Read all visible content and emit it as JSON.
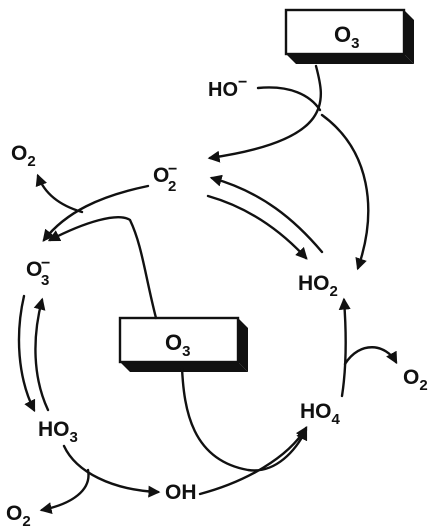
{
  "colors": {
    "ink": "#111111",
    "background": "#ffffff"
  },
  "species": {
    "ozone_top": {
      "main": "O",
      "sub": "3"
    },
    "ozone_center": {
      "main": "O",
      "sub": "3"
    },
    "hydroxide": {
      "main": "HO",
      "sup": "−"
    },
    "superoxide": {
      "main": "O",
      "sub": "2",
      "sup": "−"
    },
    "ozonide": {
      "main": "O",
      "sub": "3",
      "sup": "−"
    },
    "hydroperoxyl": {
      "main": "HO",
      "sub": "2"
    },
    "hydrogen_trioxide": {
      "main": "HO",
      "sub": "3"
    },
    "hydrogen_tetroxide": {
      "main": "HO",
      "sub": "4"
    },
    "hydroxyl": {
      "main": "OH"
    },
    "oxygen_top_left": {
      "main": "O",
      "sub": "2"
    },
    "oxygen_right": {
      "main": "O",
      "sub": "2"
    },
    "oxygen_bottom_left": {
      "main": "O",
      "sub": "2"
    }
  }
}
